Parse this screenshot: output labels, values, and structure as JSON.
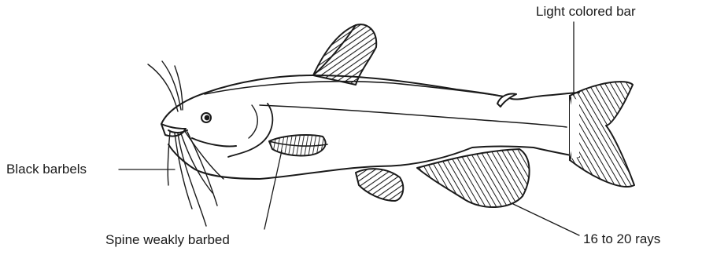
{
  "labels": {
    "light_bar": "Light colored bar",
    "black_barbels": "Black barbels",
    "spine": "Spine weakly barbed",
    "rays": "16 to 20 rays"
  },
  "colors": {
    "ink": "#1a1a1a",
    "background": "#ffffff"
  }
}
